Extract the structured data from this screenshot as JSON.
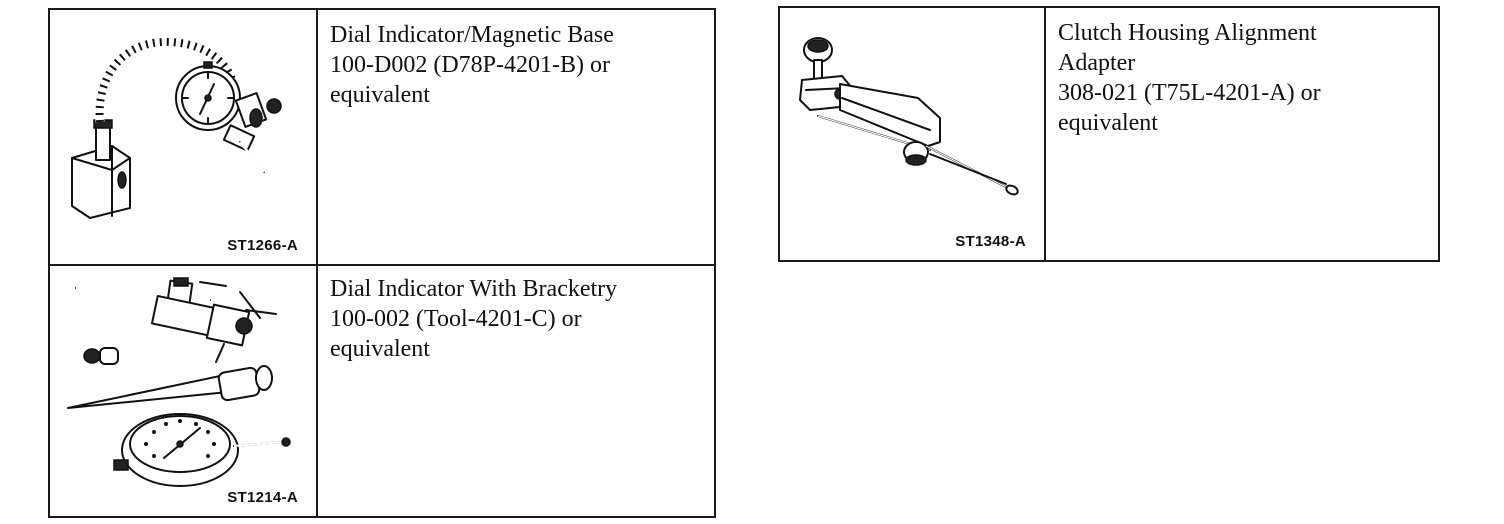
{
  "tools": [
    {
      "name": "Dial Indicator/Magnetic Base",
      "number": "100-D002 (D78P-4201-B) or",
      "note": "equivalent",
      "code": "ST1266-A",
      "icon": "dial-indicator-magnetic-base-illustration"
    },
    {
      "name": "Dial Indicator With Bracketry",
      "number": "100-002 (Tool-4201-C) or",
      "note": "equivalent",
      "code": "ST1214-A",
      "icon": "dial-indicator-bracketry-illustration"
    },
    {
      "name_line1": "Clutch Housing Alignment",
      "name_line2": "Adapter",
      "number": "308-021 (T75L-4201-A) or",
      "note": "equivalent",
      "code": "ST1348-A",
      "icon": "clutch-housing-alignment-adapter-illustration"
    }
  ]
}
